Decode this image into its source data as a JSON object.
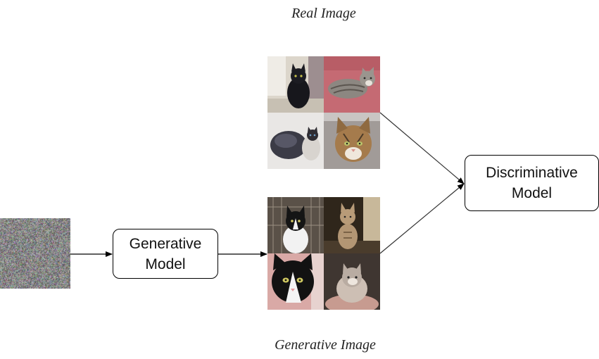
{
  "captions": {
    "real": "Real Image",
    "generated": "Generative Image"
  },
  "generator": {
    "line1": "Generative",
    "line2": "Model"
  },
  "discriminator": {
    "line1": "Discriminative",
    "line2": "Model"
  },
  "noise_input": {
    "kind": "random-noise-image"
  },
  "real_images": [
    {
      "subject": "black cat sitting",
      "palette": [
        "#d9d2c6",
        "#1b1b20"
      ]
    },
    {
      "subject": "tabby cat lying on pink blanket",
      "palette": [
        "#c96f78",
        "#8e8a84"
      ]
    },
    {
      "subject": "dark and siamese cats curled up",
      "palette": [
        "#e6e4e2",
        "#3a3a44"
      ]
    },
    {
      "subject": "tabby cat face close-up",
      "palette": [
        "#9a9592",
        "#b28552"
      ]
    }
  ],
  "generated_images": [
    {
      "subject": "black and white kitten in cage",
      "palette": [
        "#5a5148",
        "#f2f2f2"
      ]
    },
    {
      "subject": "tabby kitten sitting",
      "palette": [
        "#3a2e20",
        "#b79a76"
      ]
    },
    {
      "subject": "black and white cat face",
      "palette": [
        "#d8a7a5",
        "#141414"
      ]
    },
    {
      "subject": "grey kitten held in hand",
      "palette": [
        "#3e3530",
        "#c9bcb2"
      ]
    }
  ]
}
